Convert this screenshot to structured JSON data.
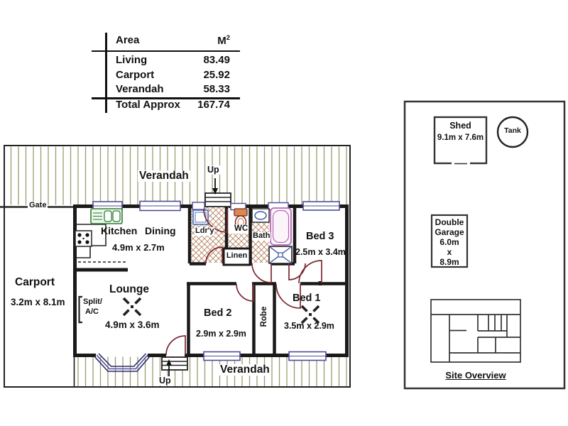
{
  "area_table": {
    "header": {
      "col_area": "Area",
      "col_unit": "M",
      "col_unit_sup": "2"
    },
    "rows": [
      {
        "label": "Living",
        "value": "83.49"
      },
      {
        "label": "Carport",
        "value": "25.92"
      },
      {
        "label": "Verandah",
        "value": "58.33"
      }
    ],
    "total": {
      "label": "Total Approx",
      "value": "167.74"
    }
  },
  "floor_plan": {
    "verandah_top": "Verandah",
    "verandah_bottom": "Verandah",
    "gate": "Gate",
    "up_top": "Up",
    "up_bottom": "Up",
    "rooms": {
      "kitchen": {
        "label": "Kitchen",
        "label2": "Dining",
        "dims": "4.9m x 2.7m"
      },
      "laundry": {
        "label": "Ldr'y"
      },
      "wc": {
        "label": "WC"
      },
      "bath": {
        "label": "Bath"
      },
      "linen": {
        "label": "Linen"
      },
      "bed3": {
        "label": "Bed 3",
        "dims": "2.5m x 3.4m"
      },
      "carport": {
        "label": "Carport",
        "dims": "3.2m x 8.1m"
      },
      "lounge": {
        "label": "Lounge",
        "dims": "4.9m x 3.6m"
      },
      "split_ac": {
        "label": "Split/",
        "label2": "A/C"
      },
      "bed2": {
        "label": "Bed 2",
        "dims": "2.9m x 2.9m"
      },
      "robe": {
        "label": "Robe"
      },
      "bed1": {
        "label": "Bed 1",
        "dims": "3.5m x 2.9m"
      }
    }
  },
  "site_plan": {
    "shed": {
      "label": "Shed",
      "dims": "9.1m x 7.6m"
    },
    "tank": {
      "label": "Tank"
    },
    "garage": {
      "lines": [
        "Double",
        "Garage",
        "6.0m",
        "x",
        "8.9m"
      ]
    },
    "caption": "Site Overview"
  },
  "colors": {
    "wall": "#1a1a1a",
    "verandah_hatch": "#9a9c6e",
    "tile_hatch": "#b5825f",
    "door_swing": "#7b2830",
    "window_frame": "#4c4c96",
    "sink_green": "#2f7d32",
    "shower_blue": "#3a55a8",
    "tub_purple": "#b565b5",
    "toilet_tan": "#d98a4e",
    "bay_window": "#5050a0"
  }
}
